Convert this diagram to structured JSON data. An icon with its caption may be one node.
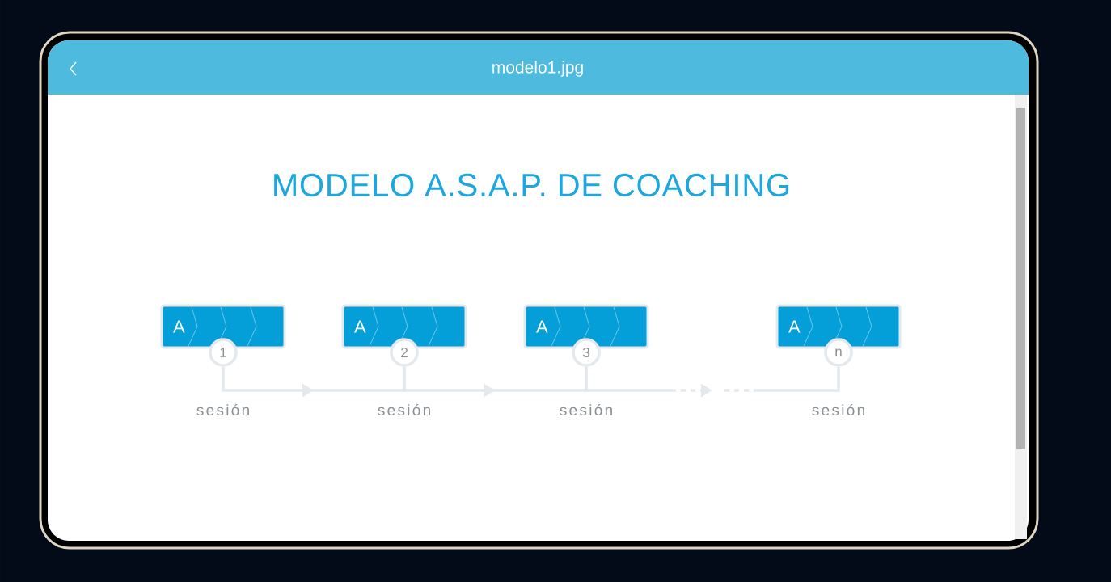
{
  "diagram": {
    "title": "MODELO A.S.A.P. DE COACHING",
    "nodes": [
      {
        "text": [
          "A"
        ]
      },
      {
        "text": [
          "1"
        ],
        "beside": [
          "sesión"
        ]
      },
      {
        "text": [
          "A"
        ]
      },
      {
        "text": [
          "2"
        ],
        "beside": [
          "sesión"
        ]
      },
      {
        "text": [
          "A"
        ]
      },
      {
        "text": [
          "3"
        ],
        "beside": [
          "sesión"
        ]
      },
      {
        "text": [
          "A"
        ]
      },
      {
        "text": [
          "n"
        ],
        "beside": [
          "sesión"
        ]
      }
    ],
    "edges": [
      {
        "from": 1,
        "to": 3,
        "arrow": "to"
      },
      {
        "from": 3,
        "to": 5,
        "arrow": "to"
      },
      {
        "from": 5,
        "to": 7,
        "arrow": "to",
        "style": "dashed"
      }
    ],
    "labels": [
      "modelo1.jpg"
    ]
  }
}
